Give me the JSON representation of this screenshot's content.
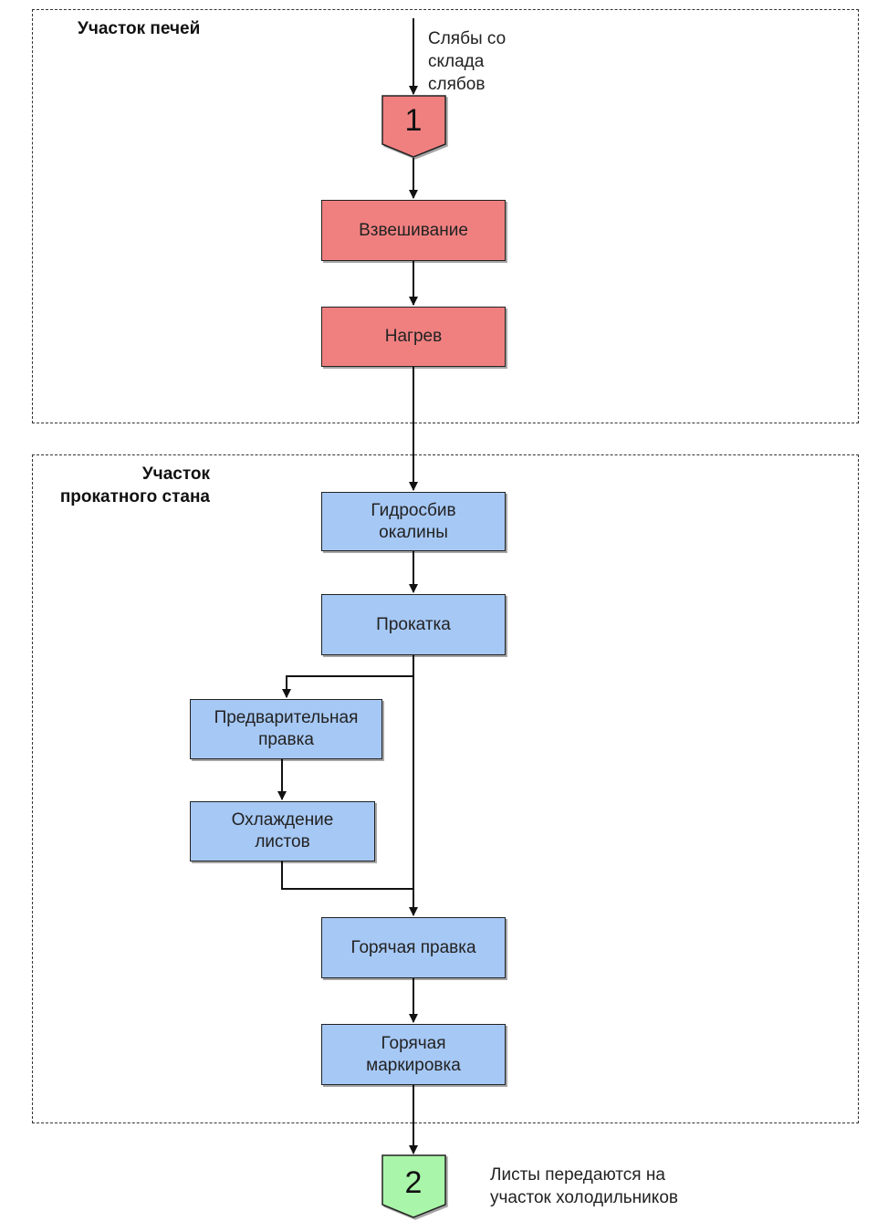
{
  "zones": {
    "furnace": {
      "title": "Участок печей"
    },
    "mill": {
      "title_line1": "Участок",
      "title_line2": "прокатного стана"
    }
  },
  "input_note": {
    "line1": "Слябы со",
    "line2": "склада",
    "line3": "слябов"
  },
  "connectors": {
    "start": {
      "label": "1",
      "fill": "#f08080"
    },
    "end": {
      "label": "2",
      "fill": "#a9f5a9"
    }
  },
  "steps": {
    "weighing": {
      "line1": "Взвешивание"
    },
    "heating": {
      "line1": "Нагрев"
    },
    "descaling": {
      "line1": "Гидросбив",
      "line2": "окалины"
    },
    "rolling": {
      "line1": "Прокатка"
    },
    "pre_leveling": {
      "line1": "Предварительная",
      "line2": "правка"
    },
    "cooling": {
      "line1": "Охлаждение",
      "line2": "листов"
    },
    "hot_leveling": {
      "line1": "Горячая правка"
    },
    "hot_marking": {
      "line1": "Горячая",
      "line2": "маркировка"
    }
  },
  "output_note": {
    "line1": "Листы передаются на",
    "line2": "участок холодильников"
  },
  "colors": {
    "furnace_steps": "#f08080",
    "mill_steps": "#a6c8f5",
    "end_connector": "#a9f5a9"
  }
}
